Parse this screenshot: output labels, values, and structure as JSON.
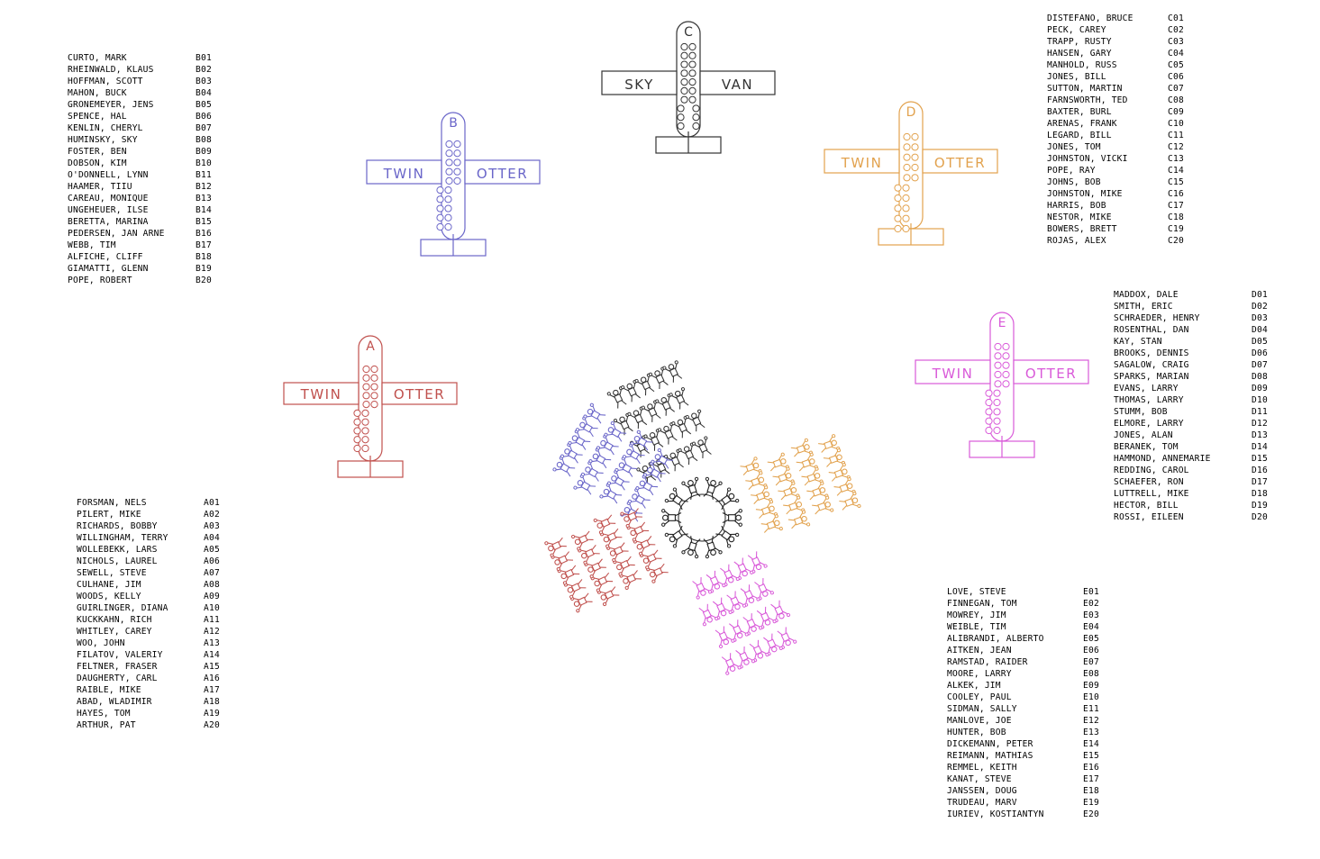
{
  "aircraft": [
    {
      "id": "A",
      "label": "A",
      "type_left": "TWIN",
      "type_right": "OTTER",
      "color": "#c0504d"
    },
    {
      "id": "B",
      "label": "B",
      "type_left": "TWIN",
      "type_right": "OTTER",
      "color": "#6a66c9"
    },
    {
      "id": "C",
      "label": "C",
      "type_left": "SKY",
      "type_right": "VAN",
      "color": "#333333"
    },
    {
      "id": "D",
      "label": "D",
      "type_left": "TWIN",
      "type_right": "OTTER",
      "color": "#e2a24e"
    },
    {
      "id": "E",
      "label": "E",
      "type_left": "TWIN",
      "type_right": "OTTER",
      "color": "#d95ad9"
    }
  ],
  "manifests": {
    "A": [
      {
        "name": "FORSMAN, NELS",
        "slot": "A01"
      },
      {
        "name": "PILERT, MIKE",
        "slot": "A02"
      },
      {
        "name": "RICHARDS, BOBBY",
        "slot": "A03"
      },
      {
        "name": "WILLINGHAM, TERRY",
        "slot": "A04"
      },
      {
        "name": "WOLLEBEKK, LARS",
        "slot": "A05"
      },
      {
        "name": "NICHOLS, LAUREL",
        "slot": "A06"
      },
      {
        "name": "SEWELL, STEVE",
        "slot": "A07"
      },
      {
        "name": "CULHANE, JIM",
        "slot": "A08"
      },
      {
        "name": "WOODS, KELLY",
        "slot": "A09"
      },
      {
        "name": "GUIRLINGER, DIANA",
        "slot": "A10"
      },
      {
        "name": "KUCKKAHN, RICH",
        "slot": "A11"
      },
      {
        "name": "WHITLEY, CAREY",
        "slot": "A12"
      },
      {
        "name": "WOO, JOHN",
        "slot": "A13"
      },
      {
        "name": "FILATOV, VALERIY",
        "slot": "A14"
      },
      {
        "name": "FELTNER, FRASER",
        "slot": "A15"
      },
      {
        "name": "DAUGHERTY, CARL",
        "slot": "A16"
      },
      {
        "name": "RAIBLE, MIKE",
        "slot": "A17"
      },
      {
        "name": "ABAD, WLADIMIR",
        "slot": "A18"
      },
      {
        "name": "HAYES, TOM",
        "slot": "A19"
      },
      {
        "name": "ARTHUR, PAT",
        "slot": "A20"
      }
    ],
    "B": [
      {
        "name": "CURTO, MARK",
        "slot": "B01"
      },
      {
        "name": "RHEINWALD, KLAUS",
        "slot": "B02"
      },
      {
        "name": "HOFFMAN, SCOTT",
        "slot": "B03"
      },
      {
        "name": "MAHON, BUCK",
        "slot": "B04"
      },
      {
        "name": "GRONEMEYER, JENS",
        "slot": "B05"
      },
      {
        "name": "SPENCE, HAL",
        "slot": "B06"
      },
      {
        "name": "KENLIN, CHERYL",
        "slot": "B07"
      },
      {
        "name": "HUMINSKY, SKY",
        "slot": "B08"
      },
      {
        "name": "FOSTER, BEN",
        "slot": "B09"
      },
      {
        "name": "DOBSON, KIM",
        "slot": "B10"
      },
      {
        "name": "O'DONNELL, LYNN",
        "slot": "B11"
      },
      {
        "name": "HAAMER, TIIU",
        "slot": "B12"
      },
      {
        "name": "CAREAU, MONIQUE",
        "slot": "B13"
      },
      {
        "name": "UNGEHEUER, ILSE",
        "slot": "B14"
      },
      {
        "name": "BERETTA, MARINA",
        "slot": "B15"
      },
      {
        "name": "PEDERSEN, JAN ARNE",
        "slot": "B16"
      },
      {
        "name": "WEBB, TIM",
        "slot": "B17"
      },
      {
        "name": "ALFICHE, CLIFF",
        "slot": "B18"
      },
      {
        "name": "GIAMATTI, GLENN",
        "slot": "B19"
      },
      {
        "name": "POPE, ROBERT",
        "slot": "B20"
      }
    ],
    "C": [
      {
        "name": "DISTEFANO, BRUCE",
        "slot": "C01"
      },
      {
        "name": "PECK, CAREY",
        "slot": "C02"
      },
      {
        "name": "TRAPP, RUSTY",
        "slot": "C03"
      },
      {
        "name": "HANSEN, GARY",
        "slot": "C04"
      },
      {
        "name": "MANHOLD, RUSS",
        "slot": "C05"
      },
      {
        "name": "JONES, BILL",
        "slot": "C06"
      },
      {
        "name": "SUTTON, MARTIN",
        "slot": "C07"
      },
      {
        "name": "FARNSWORTH, TED",
        "slot": "C08"
      },
      {
        "name": "BAXTER, BURL",
        "slot": "C09"
      },
      {
        "name": "ARENAS, FRANK",
        "slot": "C10"
      },
      {
        "name": "LEGARD, BILL",
        "slot": "C11"
      },
      {
        "name": "JONES, TOM",
        "slot": "C12"
      },
      {
        "name": "JOHNSTON, VICKI",
        "slot": "C13"
      },
      {
        "name": "POPE, RAY",
        "slot": "C14"
      },
      {
        "name": "JOHNS, BOB",
        "slot": "C15"
      },
      {
        "name": "JOHNSTON, MIKE",
        "slot": "C16"
      },
      {
        "name": "HARRIS, BOB",
        "slot": "C17"
      },
      {
        "name": "NESTOR, MIKE",
        "slot": "C18"
      },
      {
        "name": "BOWERS, BRETT",
        "slot": "C19"
      },
      {
        "name": "ROJAS, ALEX",
        "slot": "C20"
      }
    ],
    "D": [
      {
        "name": "MADDOX, DALE",
        "slot": "D01"
      },
      {
        "name": "SMITH, ERIC",
        "slot": "D02"
      },
      {
        "name": "SCHRAEDER, HENRY",
        "slot": "D03"
      },
      {
        "name": "ROSENTHAL, DAN",
        "slot": "D04"
      },
      {
        "name": "KAY, STAN",
        "slot": "D05"
      },
      {
        "name": "BROOKS, DENNIS",
        "slot": "D06"
      },
      {
        "name": "SAGALOW, CRAIG",
        "slot": "D07"
      },
      {
        "name": "SPARKS, MARIAN",
        "slot": "D08"
      },
      {
        "name": "EVANS, LARRY",
        "slot": "D09"
      },
      {
        "name": "THOMAS, LARRY",
        "slot": "D10"
      },
      {
        "name": "STUMM, BOB",
        "slot": "D11"
      },
      {
        "name": "ELMORE, LARRY",
        "slot": "D12"
      },
      {
        "name": "JONES, ALAN",
        "slot": "D13"
      },
      {
        "name": "BERANEK, TOM",
        "slot": "D14"
      },
      {
        "name": "HAMMOND, ANNEMARIE",
        "slot": "D15"
      },
      {
        "name": "REDDING, CAROL",
        "slot": "D16"
      },
      {
        "name": "SCHAEFER, RON",
        "slot": "D17"
      },
      {
        "name": "LUTTRELL, MIKE",
        "slot": "D18"
      },
      {
        "name": "HECTOR, BILL",
        "slot": "D19"
      },
      {
        "name": "ROSSI, EILEEN",
        "slot": "D20"
      }
    ],
    "E": [
      {
        "name": "LOVE, STEVE",
        "slot": "E01"
      },
      {
        "name": "FINNEGAN, TOM",
        "slot": "E02"
      },
      {
        "name": "MOWREY, JIM",
        "slot": "E03"
      },
      {
        "name": "WEIBLE, TIM",
        "slot": "E04"
      },
      {
        "name": "ALIBRANDI, ALBERTO",
        "slot": "E05"
      },
      {
        "name": "AITKEN, JEAN",
        "slot": "E06"
      },
      {
        "name": "RAMSTAD, RAIDER",
        "slot": "E07"
      },
      {
        "name": "MOORE, LARRY",
        "slot": "E08"
      },
      {
        "name": "ALKEK, JIM",
        "slot": "E09"
      },
      {
        "name": "COOLEY, PAUL",
        "slot": "E10"
      },
      {
        "name": "SIDMAN, SALLY",
        "slot": "E11"
      },
      {
        "name": "MANLOVE, JOE",
        "slot": "E12"
      },
      {
        "name": "HUNTER, BOB",
        "slot": "E13"
      },
      {
        "name": "DICKEMANN, PETER",
        "slot": "E14"
      },
      {
        "name": "REIMANN, MATHIAS",
        "slot": "E15"
      },
      {
        "name": "REMMEL, KEITH",
        "slot": "E16"
      },
      {
        "name": "KANAT, STEVE",
        "slot": "E17"
      },
      {
        "name": "JANSSEN, DOUG",
        "slot": "E18"
      },
      {
        "name": "TRUDEAU, MARV",
        "slot": "E19"
      },
      {
        "name": "IURIEV, KOSTIANTYN",
        "slot": "E20"
      }
    ]
  }
}
